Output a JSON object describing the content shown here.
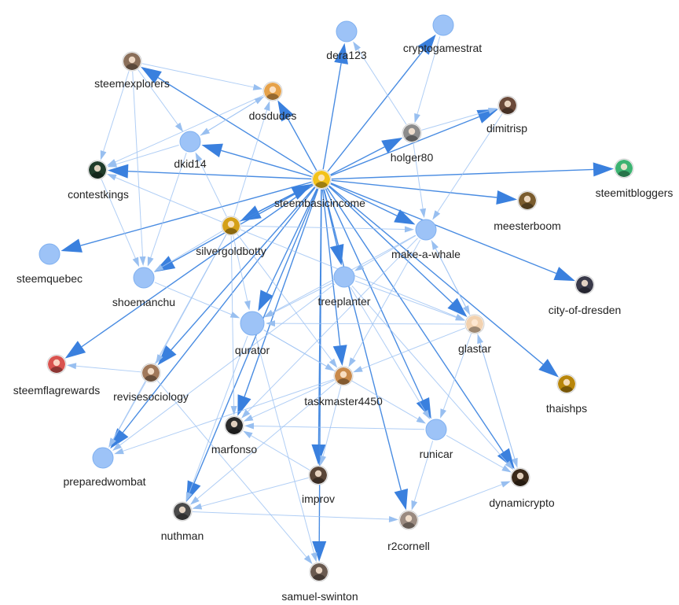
{
  "graph": {
    "nodes": [
      {
        "id": "steembasicincome",
        "label": "steembasicincome",
        "kind": "avatar",
        "icon": "sbi-logo-icon",
        "color": "#f3c21b"
      },
      {
        "id": "dera123",
        "label": "dera123",
        "kind": "plain"
      },
      {
        "id": "cryptogamestrat",
        "label": "cryptogamestrat",
        "kind": "plain"
      },
      {
        "id": "steemexplorers",
        "label": "steemexplorers",
        "kind": "avatar",
        "icon": "explorer-avatar-icon",
        "color": "#8a6f5a"
      },
      {
        "id": "dosdudes",
        "label": "dosdudes",
        "kind": "avatar",
        "icon": "dosdudes-avatar-icon",
        "color": "#e6a24a"
      },
      {
        "id": "dimitrisp",
        "label": "dimitrisp",
        "kind": "avatar",
        "icon": "dimitrisp-avatar-icon",
        "color": "#6b4a3a"
      },
      {
        "id": "holger80",
        "label": "holger80",
        "kind": "avatar",
        "icon": "holger-avatar-icon",
        "color": "#8c8c8c"
      },
      {
        "id": "dkid14",
        "label": "dkid14",
        "kind": "plain"
      },
      {
        "id": "contestkings",
        "label": "contestkings",
        "kind": "avatar",
        "icon": "crown-shield-icon",
        "color": "#1f3b2a"
      },
      {
        "id": "steemitbloggers",
        "label": "steemitbloggers",
        "kind": "avatar",
        "icon": "clover-icon",
        "color": "#3cb371"
      },
      {
        "id": "meesterboom",
        "label": "meesterboom",
        "kind": "avatar",
        "icon": "meesterboom-avatar-icon",
        "color": "#7a5c2e"
      },
      {
        "id": "silvergoldbotty",
        "label": "silvergoldbotty",
        "kind": "avatar",
        "icon": "coin-avatar-icon",
        "color": "#d4a017"
      },
      {
        "id": "make-a-whale",
        "label": "make-a-whale",
        "kind": "plain"
      },
      {
        "id": "steemquebec",
        "label": "steemquebec",
        "kind": "plain"
      },
      {
        "id": "shoemanchu",
        "label": "shoemanchu",
        "kind": "plain"
      },
      {
        "id": "treeplanter",
        "label": "treeplanter",
        "kind": "plain"
      },
      {
        "id": "city-of-dresden",
        "label": "city-of-dresden",
        "kind": "avatar",
        "icon": "city-avatar-icon",
        "color": "#3a3a4a"
      },
      {
        "id": "qurator",
        "label": "qurator",
        "kind": "plain-large"
      },
      {
        "id": "glastar",
        "label": "glastar",
        "kind": "avatar",
        "icon": "glastar-face-icon",
        "color": "#f2d2b0"
      },
      {
        "id": "steemflagrewards",
        "label": "steemflagrewards",
        "kind": "avatar",
        "icon": "flag-avatar-icon",
        "color": "#d9534f"
      },
      {
        "id": "revisesociology",
        "label": "revisesociology",
        "kind": "avatar",
        "icon": "revise-avatar-icon",
        "color": "#a0785a"
      },
      {
        "id": "taskmaster4450",
        "label": "taskmaster4450",
        "kind": "avatar",
        "icon": "taskmaster-avatar-icon",
        "color": "#c98a4b"
      },
      {
        "id": "thaishps",
        "label": "thaishps",
        "kind": "avatar",
        "icon": "thaishps-avatar-icon",
        "color": "#b8860b"
      },
      {
        "id": "marfonso",
        "label": "marfonso",
        "kind": "avatar",
        "icon": "marfonso-avatar-icon",
        "color": "#2b2b2b"
      },
      {
        "id": "runicar",
        "label": "runicar",
        "kind": "plain"
      },
      {
        "id": "preparedwombat",
        "label": "preparedwombat",
        "kind": "plain"
      },
      {
        "id": "improv",
        "label": "improv",
        "kind": "avatar",
        "icon": "improv-avatar-icon",
        "color": "#5a4638"
      },
      {
        "id": "dynamicrypto",
        "label": "dynamicrypto",
        "kind": "avatar",
        "icon": "dynamicrypto-avatar-icon",
        "color": "#3b2a1a"
      },
      {
        "id": "nuthman",
        "label": "nuthman",
        "kind": "avatar",
        "icon": "nuthman-avatar-icon",
        "color": "#4a4a4a"
      },
      {
        "id": "r2cornell",
        "label": "r2cornell",
        "kind": "avatar",
        "icon": "r2cornell-avatar-icon",
        "color": "#9a8a80"
      },
      {
        "id": "samuel-swinton",
        "label": "samuel-swinton",
        "kind": "avatar",
        "icon": "samuel-avatar-icon",
        "color": "#6a5a50"
      }
    ],
    "edges": [
      [
        "steembasicincome",
        "dera123",
        "strong"
      ],
      [
        "steembasicincome",
        "cryptogamestrat",
        "strong"
      ],
      [
        "steembasicincome",
        "steemexplorers",
        "strong"
      ],
      [
        "steembasicincome",
        "dosdudes",
        "strong"
      ],
      [
        "steembasicincome",
        "dimitrisp",
        "strong"
      ],
      [
        "steembasicincome",
        "holger80",
        "strong"
      ],
      [
        "steembasicincome",
        "dkid14",
        "strong"
      ],
      [
        "steembasicincome",
        "contestkings",
        "strong"
      ],
      [
        "steembasicincome",
        "steemitbloggers",
        "strong"
      ],
      [
        "steembasicincome",
        "meesterboom",
        "strong"
      ],
      [
        "steembasicincome",
        "silvergoldbotty",
        "strong"
      ],
      [
        "steembasicincome",
        "make-a-whale",
        "strong"
      ],
      [
        "steembasicincome",
        "steemquebec",
        "strong"
      ],
      [
        "steembasicincome",
        "shoemanchu",
        "strong"
      ],
      [
        "steembasicincome",
        "treeplanter",
        "strong"
      ],
      [
        "steembasicincome",
        "city-of-dresden",
        "strong"
      ],
      [
        "steembasicincome",
        "qurator",
        "strong"
      ],
      [
        "steembasicincome",
        "glastar",
        "strong"
      ],
      [
        "steembasicincome",
        "steemflagrewards",
        "strong"
      ],
      [
        "steembasicincome",
        "revisesociology",
        "strong"
      ],
      [
        "steembasicincome",
        "taskmaster4450",
        "strong"
      ],
      [
        "steembasicincome",
        "thaishps",
        "strong"
      ],
      [
        "steembasicincome",
        "marfonso",
        "strong"
      ],
      [
        "steembasicincome",
        "runicar",
        "strong"
      ],
      [
        "steembasicincome",
        "preparedwombat",
        "strong"
      ],
      [
        "steembasicincome",
        "improv",
        "strong"
      ],
      [
        "steembasicincome",
        "dynamicrypto",
        "strong"
      ],
      [
        "steembasicincome",
        "nuthman",
        "strong"
      ],
      [
        "steembasicincome",
        "r2cornell",
        "strong"
      ],
      [
        "steembasicincome",
        "samuel-swinton",
        "strong"
      ],
      [
        "silvergoldbotty",
        "steembasicincome",
        "strong"
      ],
      [
        "silvergoldbotty",
        "dosdudes",
        "light"
      ],
      [
        "silvergoldbotty",
        "dkid14",
        "light"
      ],
      [
        "silvergoldbotty",
        "contestkings",
        "light"
      ],
      [
        "silvergoldbotty",
        "shoemanchu",
        "light"
      ],
      [
        "silvergoldbotty",
        "qurator",
        "light"
      ],
      [
        "silvergoldbotty",
        "revisesociology",
        "light"
      ],
      [
        "silvergoldbotty",
        "marfonso",
        "light"
      ],
      [
        "silvergoldbotty",
        "make-a-whale",
        "light"
      ],
      [
        "silvergoldbotty",
        "glastar",
        "light"
      ],
      [
        "silvergoldbotty",
        "preparedwombat",
        "light"
      ],
      [
        "silvergoldbotty",
        "taskmaster4450",
        "light"
      ],
      [
        "dkid14",
        "contestkings",
        "light"
      ],
      [
        "dkid14",
        "shoemanchu",
        "light"
      ],
      [
        "dkid14",
        "dosdudes",
        "light"
      ],
      [
        "dosdudes",
        "contestkings",
        "light"
      ],
      [
        "dosdudes",
        "dkid14",
        "light"
      ],
      [
        "steemexplorers",
        "contestkings",
        "light"
      ],
      [
        "steemexplorers",
        "dosdudes",
        "light"
      ],
      [
        "steemexplorers",
        "shoemanchu",
        "light"
      ],
      [
        "steemexplorers",
        "dkid14",
        "light"
      ],
      [
        "contestkings",
        "shoemanchu",
        "light"
      ],
      [
        "holger80",
        "dera123",
        "light"
      ],
      [
        "holger80",
        "make-a-whale",
        "light"
      ],
      [
        "holger80",
        "dimitrisp",
        "light"
      ],
      [
        "make-a-whale",
        "qurator",
        "light"
      ],
      [
        "make-a-whale",
        "glastar",
        "light"
      ],
      [
        "make-a-whale",
        "marfonso",
        "light"
      ],
      [
        "make-a-whale",
        "treeplanter",
        "light"
      ],
      [
        "make-a-whale",
        "taskmaster4450",
        "light"
      ],
      [
        "treeplanter",
        "qurator",
        "light"
      ],
      [
        "treeplanter",
        "glastar",
        "light"
      ],
      [
        "treeplanter",
        "runicar",
        "light"
      ],
      [
        "treeplanter",
        "preparedwombat",
        "light"
      ],
      [
        "treeplanter",
        "dynamicrypto",
        "light"
      ],
      [
        "glastar",
        "qurator",
        "light"
      ],
      [
        "glastar",
        "taskmaster4450",
        "light"
      ],
      [
        "glastar",
        "runicar",
        "light"
      ],
      [
        "glastar",
        "dynamicrypto",
        "light"
      ],
      [
        "glastar",
        "make-a-whale",
        "light"
      ],
      [
        "qurator",
        "taskmaster4450",
        "light"
      ],
      [
        "qurator",
        "runicar",
        "light"
      ],
      [
        "qurator",
        "nuthman",
        "light"
      ],
      [
        "qurator",
        "samuel-swinton",
        "light"
      ],
      [
        "revisesociology",
        "steemflagrewards",
        "light"
      ],
      [
        "revisesociology",
        "preparedwombat",
        "light"
      ],
      [
        "revisesociology",
        "samuel-swinton",
        "light"
      ],
      [
        "taskmaster4450",
        "marfonso",
        "light"
      ],
      [
        "taskmaster4450",
        "preparedwombat",
        "light"
      ],
      [
        "taskmaster4450",
        "nuthman",
        "light"
      ],
      [
        "taskmaster4450",
        "improv",
        "light"
      ],
      [
        "runicar",
        "marfonso",
        "light"
      ],
      [
        "runicar",
        "dynamicrypto",
        "light"
      ],
      [
        "runicar",
        "r2cornell",
        "light"
      ],
      [
        "improv",
        "marfonso",
        "light"
      ],
      [
        "improv",
        "nuthman",
        "light"
      ],
      [
        "nuthman",
        "r2cornell",
        "light"
      ],
      [
        "r2cornell",
        "dynamicrypto",
        "light"
      ],
      [
        "dynamicrypto",
        "glastar",
        "light"
      ],
      [
        "cryptogamestrat",
        "holger80",
        "light"
      ],
      [
        "dimitrisp",
        "make-a-whale",
        "light"
      ],
      [
        "shoemanchu",
        "qurator",
        "light"
      ]
    ]
  }
}
